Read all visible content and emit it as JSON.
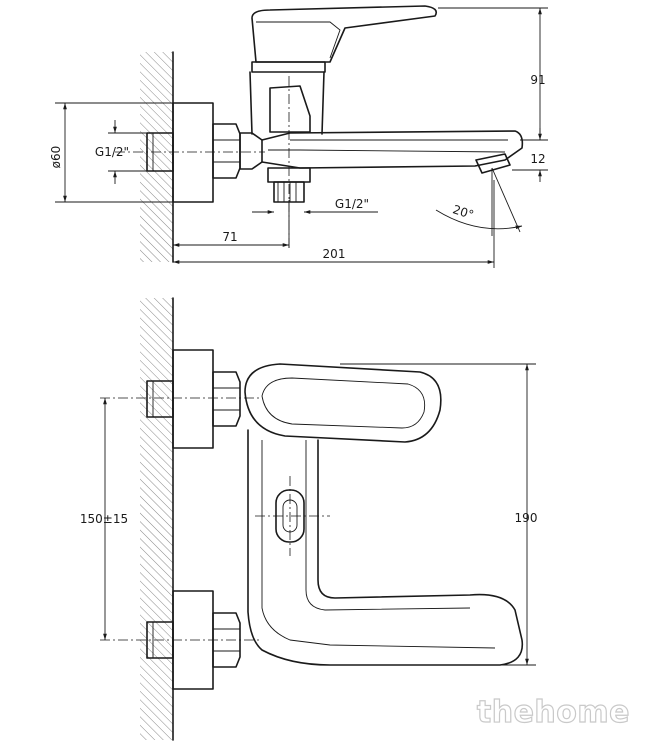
{
  "dimensions": {
    "diameter": "ø60",
    "thread_wall": "G1/2\"",
    "thread_bottom": "G1/2\"",
    "height_top": "91",
    "spout_drop": "12",
    "angle": "20°",
    "offset": "71",
    "length": "201",
    "spacing": "150±15",
    "height_front": "190"
  },
  "watermark": "thehome"
}
